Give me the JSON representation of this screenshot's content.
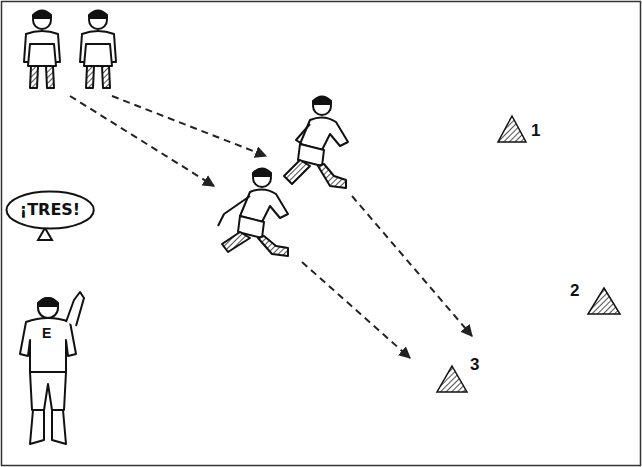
{
  "diagram": {
    "nodes": [
      {
        "text": [
          "¡TRES!"
        ]
      }
    ],
    "labels": [
      "1",
      "2",
      "3",
      "E"
    ]
  }
}
